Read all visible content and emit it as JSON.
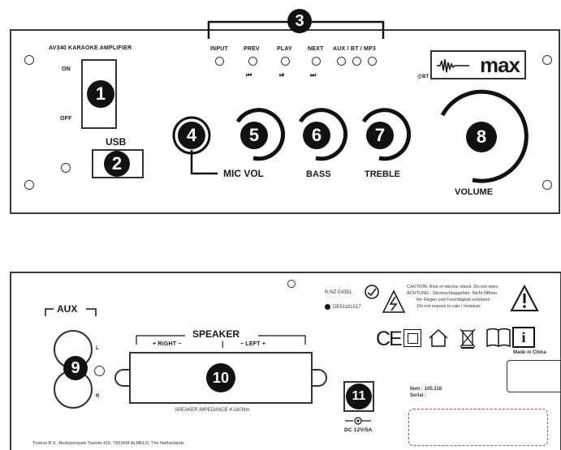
{
  "front": {
    "model": "AV340 KARAOKE AMPLIFIER",
    "on": "ON",
    "off": "OFF",
    "usb": "USB",
    "input": "INPUT",
    "prev": "PREV",
    "play": "PLAY",
    "next": "NEXT",
    "aux_bt_mp3": "AUX / BT / MP3",
    "bt": "@BT",
    "brand": "max",
    "mic_vol": "MIC VOL",
    "bass": "BASS",
    "treble": "TREBLE",
    "volume": "VOLUME"
  },
  "badges": [
    "1",
    "2",
    "3",
    "4",
    "5",
    "6",
    "7",
    "8",
    "9",
    "10",
    "11"
  ],
  "rear": {
    "aux": "AUX",
    "l": "L",
    "r": "R",
    "speaker": "SPEAKER",
    "right": "+  RIGHT  −",
    "left": "−    LEFT    +",
    "impedance": "SPEAKER IMPEDANCE 4-16Ohm",
    "rnz": "R-NZ E4351",
    "de": "DE51181017",
    "caution": [
      "CAUTION: Risk of electric shock. Do not open",
      "ACHTUNG : Stromschlaggefahr. Nicht Öffnen",
      "Vor Regen und Feuchtigkeit schützen",
      "Do not expose to rain / moisture"
    ],
    "ce": "CE",
    "made_in": "Made in China",
    "item": "Item     : 105.118",
    "serial": "Serial  :",
    "dc": "DC 12V/5A",
    "company": "Tronios B.V., Bedrijvenpark Twente 415, 7602KM ALMELO, The Netherlands"
  },
  "colors": {
    "outline": "#3a3a3a",
    "badge": "#111111",
    "warning_box": "#e04040"
  }
}
